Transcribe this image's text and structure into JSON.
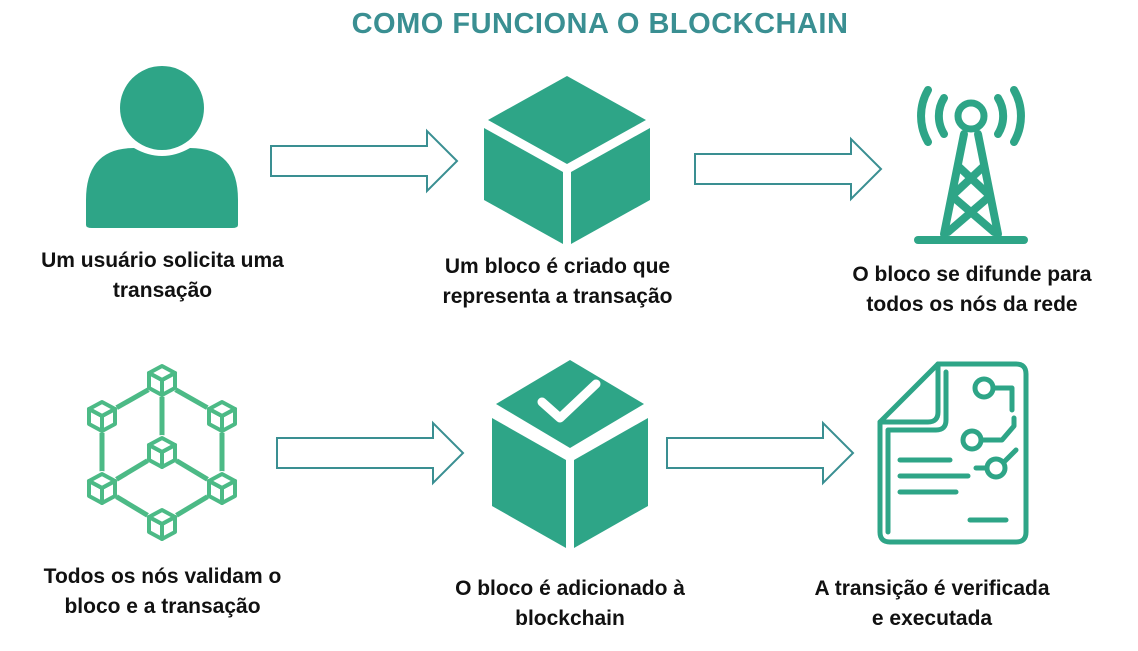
{
  "title": "COMO FUNCIONA O BLOCKCHAIN",
  "colors": {
    "title": "#3a8f92",
    "icon": "#2ea587",
    "icon_light": "#4cba86",
    "arrow_stroke": "#3a8f92",
    "text": "#111111"
  },
  "steps": [
    {
      "caption": "Um usuário solicita uma\ntransação",
      "icon": "user-icon"
    },
    {
      "caption": "Um bloco é criado que\nrepresenta a transação",
      "icon": "cube-icon"
    },
    {
      "caption": "O bloco se difunde para\ntodos os nós da rede",
      "icon": "broadcast-tower-icon"
    },
    {
      "caption": "Todos os nós validam o\nbloco e a transação",
      "icon": "node-network-icon"
    },
    {
      "caption": "O bloco é adicionado à\nblockchain",
      "icon": "cube-check-icon"
    },
    {
      "caption": "A transição é verificada\ne executada",
      "icon": "smart-contract-document-icon"
    }
  ]
}
